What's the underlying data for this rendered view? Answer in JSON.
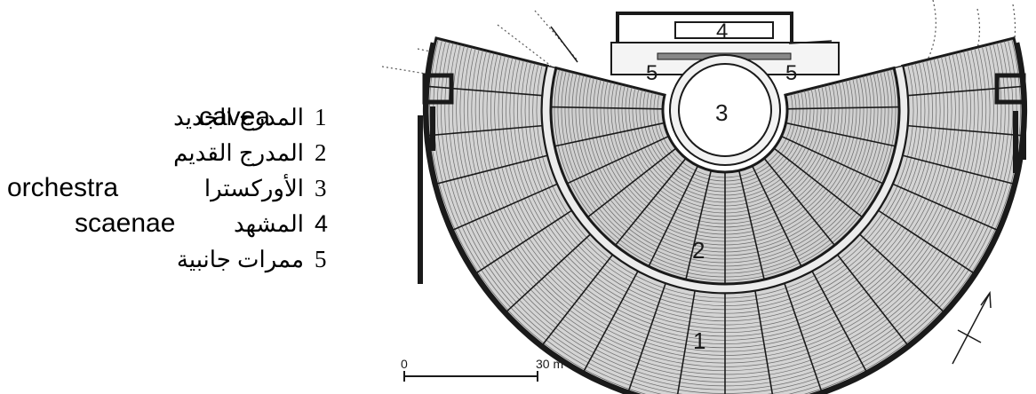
{
  "legend": [
    {
      "num": "1",
      "arabic": "المدرج الجديد",
      "latin": "cavea"
    },
    {
      "num": "2",
      "arabic": "المدرج القديم",
      "latin": ""
    },
    {
      "num": "3",
      "arabic": "الأوركسترا",
      "latin": "orchestra"
    },
    {
      "num": "4",
      "arabic": "المشهد",
      "latin": "scaenae"
    },
    {
      "num": "5",
      "arabic": "ممرات جانبية",
      "latin": ""
    }
  ],
  "plan": {
    "labels": {
      "one": "1",
      "two": "2",
      "three": "3",
      "four": "4",
      "five": "5"
    },
    "scale": {
      "start": "0",
      "end": "30 m"
    }
  }
}
